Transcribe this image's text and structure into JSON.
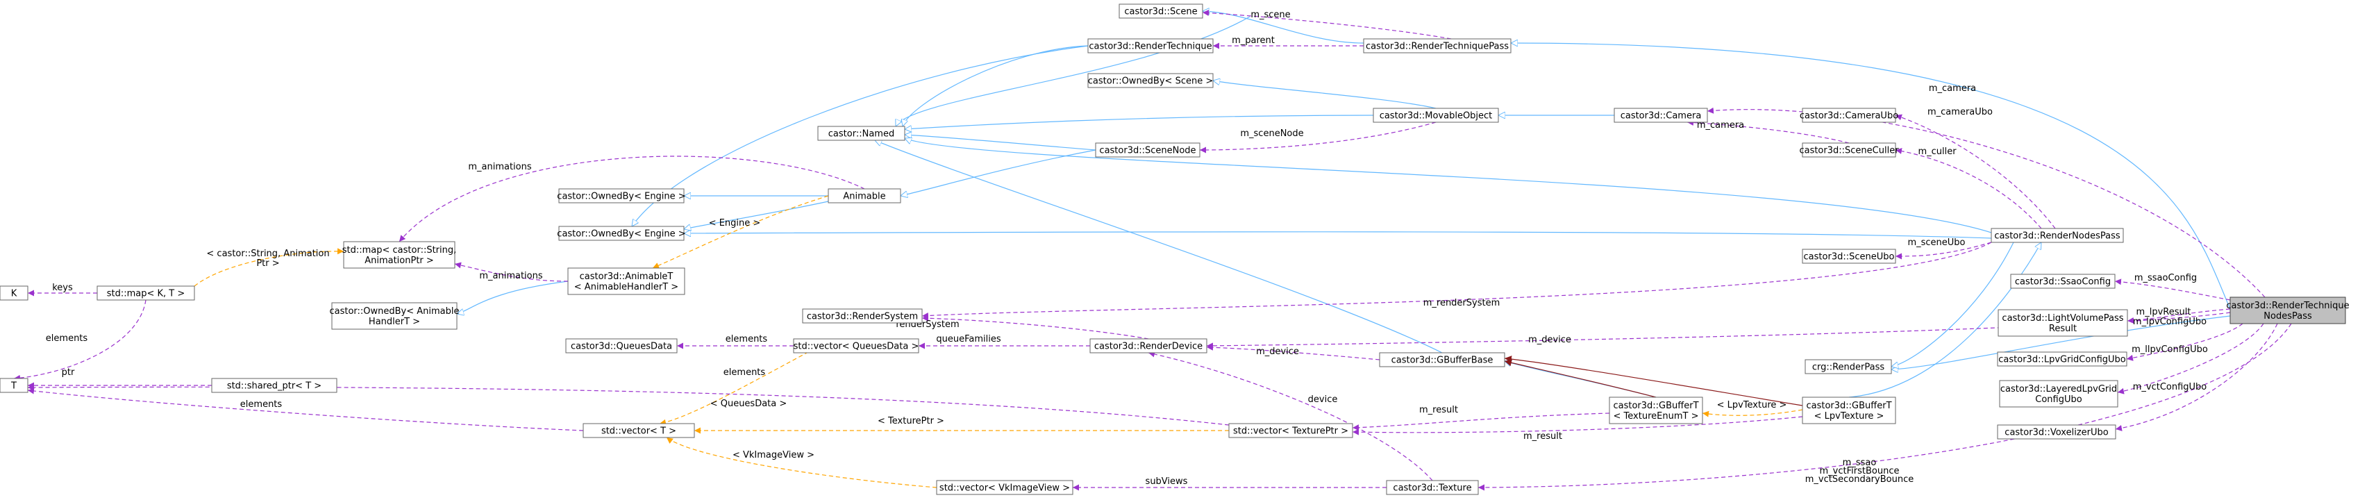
{
  "colors": {
    "inherit": "#63b8ff",
    "usage": "#9a32cd",
    "template": "#ffa500",
    "private": "#8b1a1a",
    "node_border": "#666666",
    "focus_fill": "#bfbfbf"
  },
  "nodes": [
    {
      "id": "scene",
      "lines": [
        "castor3d::Scene"
      ]
    },
    {
      "id": "rtp",
      "lines": [
        "castor3d::RenderTechniquePass"
      ]
    },
    {
      "id": "rt",
      "lines": [
        "castor3d::RenderTechnique"
      ]
    },
    {
      "id": "ownedscene",
      "lines": [
        "castor::OwnedBy< Scene >"
      ]
    },
    {
      "id": "movable",
      "lines": [
        "castor3d::MovableObject"
      ]
    },
    {
      "id": "camera",
      "lines": [
        "castor3d::Camera"
      ]
    },
    {
      "id": "named",
      "lines": [
        "castor::Named"
      ]
    },
    {
      "id": "scenenode",
      "lines": [
        "castor3d::SceneNode"
      ]
    },
    {
      "id": "cameraubo",
      "lines": [
        "castor3d::CameraUbo"
      ]
    },
    {
      "id": "sceneculler",
      "lines": [
        "castor3d::SceneCuller"
      ]
    },
    {
      "id": "ownedengine1",
      "lines": [
        "castor::OwnedBy< Engine  >"
      ]
    },
    {
      "id": "animable",
      "lines": [
        "Animable"
      ]
    },
    {
      "id": "ownedengine2",
      "lines": [
        "castor::OwnedBy< Engine >"
      ]
    },
    {
      "id": "rnp",
      "lines": [
        "castor3d::RenderNodesPass"
      ]
    },
    {
      "id": "stdmap_anim",
      "lines": [
        "std::map< castor::String,",
        "AnimationPtr >"
      ]
    },
    {
      "id": "animablet",
      "lines": [
        "castor3d::AnimableT",
        "< AnimableHandlerT >"
      ]
    },
    {
      "id": "sceneubo",
      "lines": [
        "castor3d::SceneUbo"
      ]
    },
    {
      "id": "ssaoconfig",
      "lines": [
        "castor3d::SsaoConfig"
      ]
    },
    {
      "id": "focus",
      "lines": [
        "castor3d::RenderTechnique",
        "NodesPass"
      ]
    },
    {
      "id": "K",
      "lines": [
        "K"
      ]
    },
    {
      "id": "stdmap_kt",
      "lines": [
        "std::map< K, T >"
      ]
    },
    {
      "id": "ownedanimhandler",
      "lines": [
        "castor::OwnedBy< Animable",
        "HandlerT >"
      ]
    },
    {
      "id": "rendersystem",
      "lines": [
        "castor3d::RenderSystem"
      ]
    },
    {
      "id": "lvpr",
      "lines": [
        "castor3d::LightVolumePass",
        "Result"
      ]
    },
    {
      "id": "crgrp",
      "lines": [
        "crg::RenderPass"
      ]
    },
    {
      "id": "queuesdata",
      "lines": [
        "castor3d::QueuesData"
      ]
    },
    {
      "id": "vecqd",
      "lines": [
        "std::vector< QueuesData >"
      ]
    },
    {
      "id": "renderdevice",
      "lines": [
        "castor3d::RenderDevice"
      ]
    },
    {
      "id": "lpvgrid",
      "lines": [
        "castor3d::LpvGridConfigUbo"
      ]
    },
    {
      "id": "gbufferbase",
      "lines": [
        "castor3d::GBufferBase"
      ]
    },
    {
      "id": "T",
      "lines": [
        "T"
      ]
    },
    {
      "id": "sharedptr",
      "lines": [
        "std::shared_ptr< T >"
      ]
    },
    {
      "id": "gbuffert_tex",
      "lines": [
        "castor3d::GBufferT",
        "< TextureEnumT >"
      ]
    },
    {
      "id": "gbuffert_lpv",
      "lines": [
        "castor3d::GBufferT",
        "< LpvTexture >"
      ]
    },
    {
      "id": "layeredlpv",
      "lines": [
        "castor3d::LayeredLpvGrid",
        "ConfigUbo"
      ]
    },
    {
      "id": "vect",
      "lines": [
        "std::vector< T >"
      ]
    },
    {
      "id": "vectexptr",
      "lines": [
        "std::vector< TexturePtr >"
      ]
    },
    {
      "id": "voxelizer",
      "lines": [
        "castor3d::VoxelizerUbo"
      ]
    },
    {
      "id": "vecvkimg",
      "lines": [
        "std::vector< VkImageView >"
      ]
    },
    {
      "id": "texture",
      "lines": [
        "castor3d::Texture"
      ]
    }
  ],
  "edge_labels": [
    {
      "id": "l_scene",
      "text": "m_scene"
    },
    {
      "id": "l_parent",
      "text": "m_parent"
    },
    {
      "id": "l_camera_top",
      "text": "m_camera"
    },
    {
      "id": "l_cameraubo",
      "text": "m_cameraUbo"
    },
    {
      "id": "l_camera_mid",
      "text": "m_camera"
    },
    {
      "id": "l_scenenode",
      "text": "m_sceneNode"
    },
    {
      "id": "l_culler",
      "text": "m_culler"
    },
    {
      "id": "l_anims1",
      "text": "m_animations"
    },
    {
      "id": "l_engine",
      "text": "< Engine >"
    },
    {
      "id": "l_anims2",
      "text": "m_animations"
    },
    {
      "id": "l_castorstr1",
      "text": "< castor::String, Animation"
    },
    {
      "id": "l_castorstr2",
      "text": "Ptr >"
    },
    {
      "id": "l_keys",
      "text": "keys"
    },
    {
      "id": "l_elements1",
      "text": "elements"
    },
    {
      "id": "l_sceneubo",
      "text": "m_sceneUbo"
    },
    {
      "id": "l_rendersystem",
      "text": "m_renderSystem"
    },
    {
      "id": "l_ssaoconfig",
      "text": "m_ssaoConfig"
    },
    {
      "id": "l_lpvresult",
      "text": "m_lpvResult"
    },
    {
      "id": "l_lpvconfigubo",
      "text": "m_lpvConfigUbo"
    },
    {
      "id": "l_llpvconfigubo",
      "text": "m_llpvConfigUbo"
    },
    {
      "id": "l_rendersystem2",
      "text": "renderSystem"
    },
    {
      "id": "l_elements2",
      "text": "elements"
    },
    {
      "id": "l_queuefamilies",
      "text": "queueFamilies"
    },
    {
      "id": "l_device1",
      "text": "m_device"
    },
    {
      "id": "l_device2",
      "text": "m_device"
    },
    {
      "id": "l_ptr",
      "text": "ptr"
    },
    {
      "id": "l_elements3",
      "text": "elements"
    },
    {
      "id": "l_device3",
      "text": "device"
    },
    {
      "id": "l_lpvtexture",
      "text": "< LpvTexture >"
    },
    {
      "id": "l_vctconfigubo",
      "text": "m_vctConfigUbo"
    },
    {
      "id": "l_elements4",
      "text": "elements"
    },
    {
      "id": "l_qd",
      "text": "< QueuesData >"
    },
    {
      "id": "l_result1",
      "text": "m_result"
    },
    {
      "id": "l_texptr",
      "text": "< TexturePtr >"
    },
    {
      "id": "l_result2",
      "text": "m_result"
    },
    {
      "id": "l_vkimg",
      "text": "< VkImageView >"
    },
    {
      "id": "l_subviews",
      "text": "subViews"
    },
    {
      "id": "l_ssao",
      "text": "m_ssao"
    },
    {
      "id": "l_vctfirst",
      "text": "m_vctFirstBounce"
    },
    {
      "id": "l_vctsecond",
      "text": "m_vctSecondaryBounce"
    }
  ]
}
